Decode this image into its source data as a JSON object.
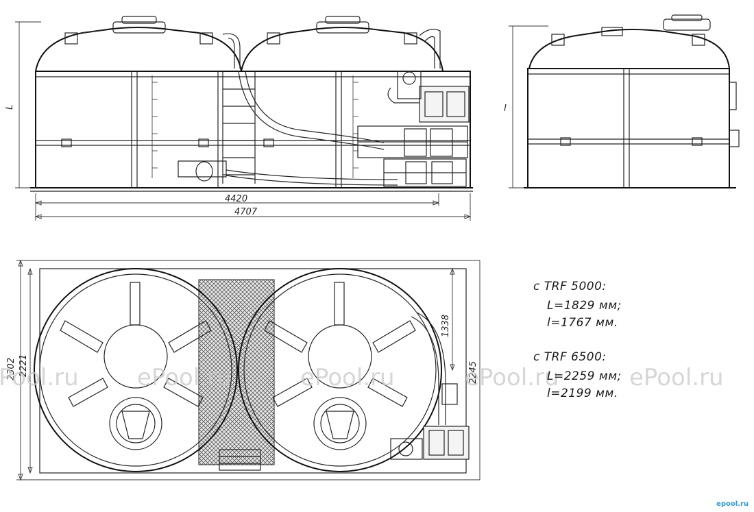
{
  "dimensions": {
    "front_inner_length": "4420",
    "front_total_length": "4707",
    "front_height_label": "L",
    "side_height_label": "l",
    "plan_total_width": "2302",
    "plan_inner_width": "2221",
    "plan_partial_width": "1338",
    "plan_secondary": "2245"
  },
  "specs": [
    {
      "model": "с  TRF 5000:",
      "L": "L=1829 мм;",
      "l": "l=1767 мм."
    },
    {
      "model": "с  TRF 6500:",
      "L": "L=2259 мм;",
      "l": "l=2199 мм."
    }
  ],
  "watermarks": [
    "Pool.ru",
    "ePool.ru",
    "ePool.ru",
    "ePool.ru",
    "ePool.ru"
  ],
  "logo": "epool.ru"
}
